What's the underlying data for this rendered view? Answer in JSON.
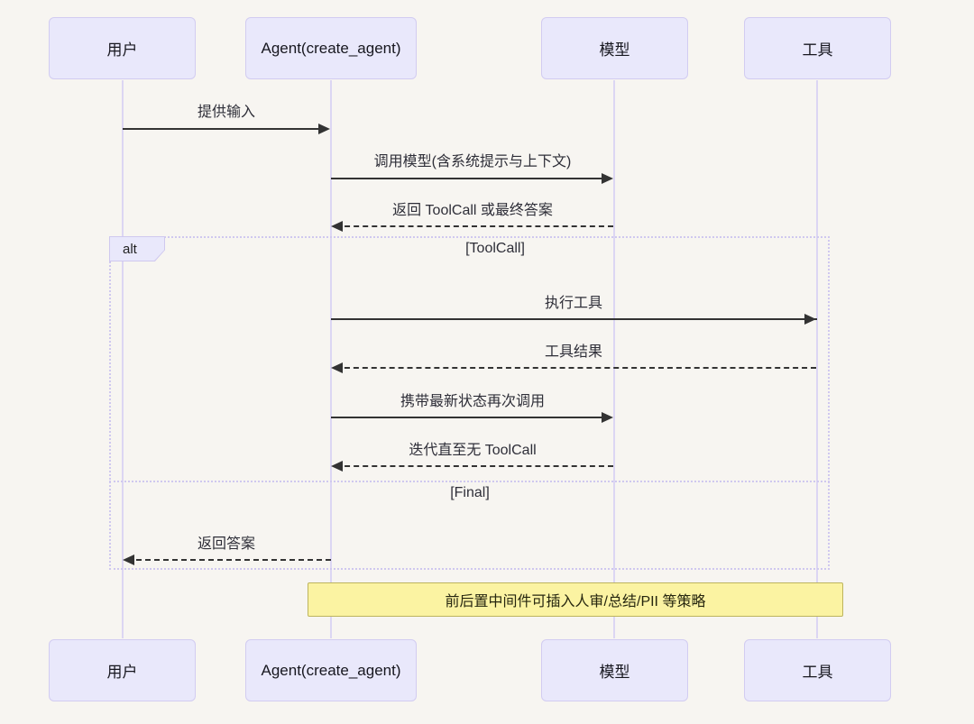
{
  "diagram_type": "sequence-diagram",
  "participants": [
    {
      "id": "user",
      "label": "用户"
    },
    {
      "id": "agent",
      "label": "Agent(create_agent)"
    },
    {
      "id": "model",
      "label": "模型"
    },
    {
      "id": "tool",
      "label": "工具"
    }
  ],
  "messages": [
    {
      "label": "提供输入",
      "from": "用户",
      "to": "Agent(create_agent)",
      "style": "solid"
    },
    {
      "label": "调用模型(含系统提示与上下文)",
      "from": "Agent(create_agent)",
      "to": "模型",
      "style": "solid"
    },
    {
      "label": "返回 ToolCall 或最终答案",
      "from": "模型",
      "to": "Agent(create_agent)",
      "style": "dashed"
    },
    {
      "label": "执行工具",
      "from": "Agent(create_agent)",
      "to": "工具",
      "style": "solid"
    },
    {
      "label": "工具结果",
      "from": "工具",
      "to": "Agent(create_agent)",
      "style": "dashed"
    },
    {
      "label": "携带最新状态再次调用",
      "from": "Agent(create_agent)",
      "to": "模型",
      "style": "solid"
    },
    {
      "label": "迭代直至无 ToolCall",
      "from": "模型",
      "to": "Agent(create_agent)",
      "style": "dashed"
    },
    {
      "label": "返回答案",
      "from": "Agent(create_agent)",
      "to": "用户",
      "style": "dashed"
    }
  ],
  "alt_block": {
    "keyword": "alt",
    "sections": [
      {
        "condition": "[ToolCall]"
      },
      {
        "condition": "[Final]"
      }
    ]
  },
  "note": {
    "text": "前后置中间件可插入人审/总结/PII 等策略"
  },
  "colors": {
    "background": "#f7f5f1",
    "participant_fill": "#e9e8fb",
    "participant_border": "#d2ccf1",
    "lifeline": "#dcd6f3",
    "frame_border": "#cfc8ef",
    "arrow": "#333333",
    "note_fill": "#fbf3a2",
    "note_border": "#bdb45e"
  }
}
